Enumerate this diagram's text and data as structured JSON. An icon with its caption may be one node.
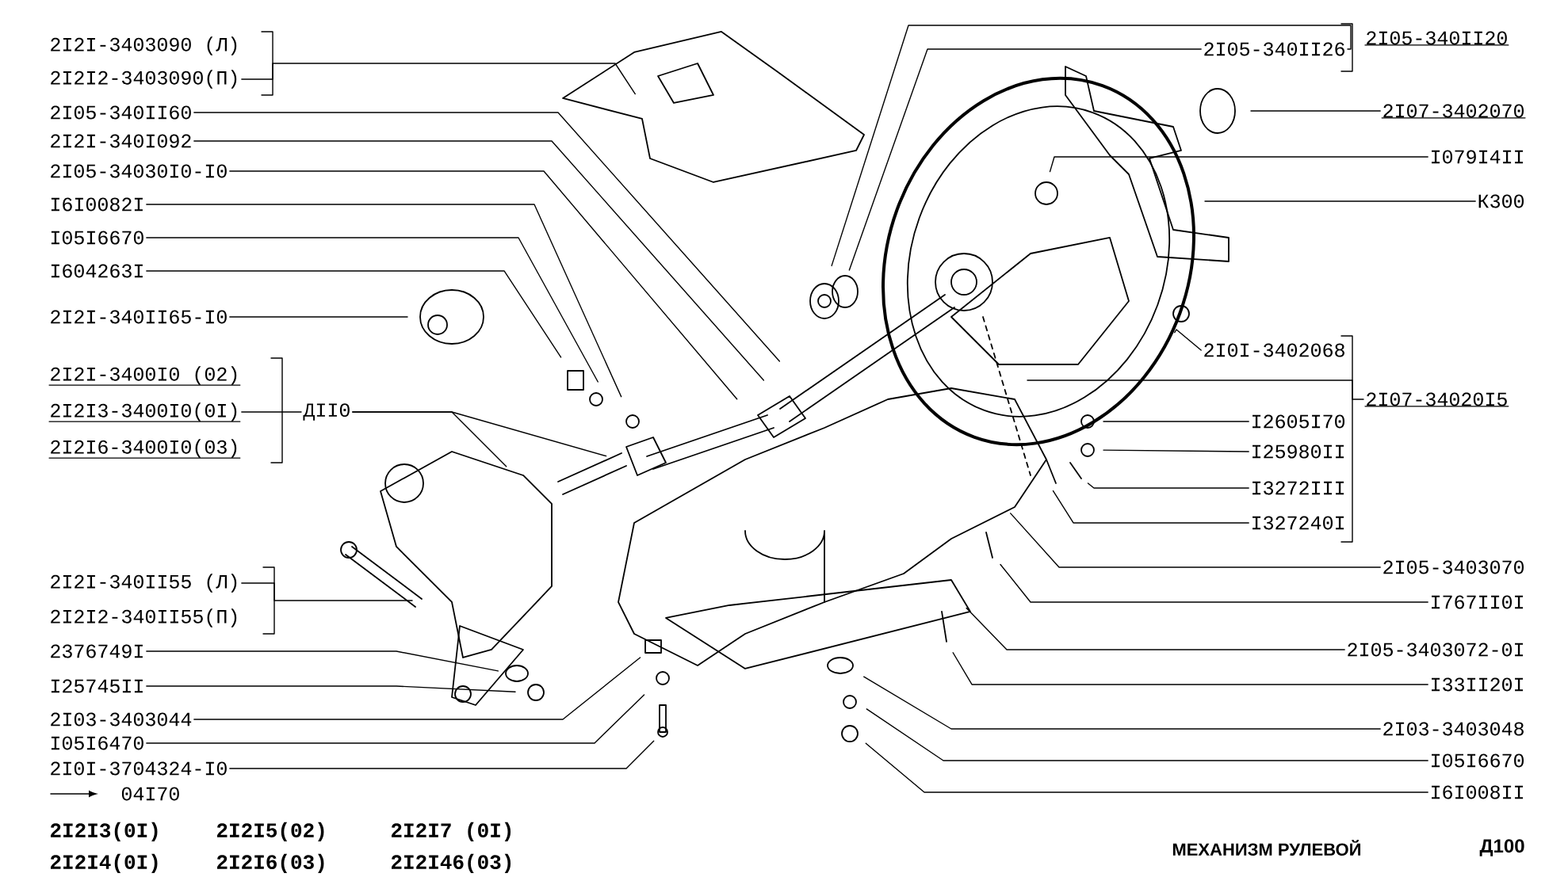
{
  "diagram": {
    "title": "МЕХАНИЗМ РУЛЕВОЙ",
    "nodes": [
      {
        "text": [
          "2I2I-3403090 (Л)"
        ]
      },
      {
        "text": [
          "2I2I2-3403090(П)"
        ]
      },
      {
        "text": [
          "2I05-340II60"
        ]
      },
      {
        "text": [
          "2I2I-340I092"
        ]
      },
      {
        "text": [
          "2I05-34030I0-I0"
        ]
      },
      {
        "text": [
          "I6I0082I"
        ]
      },
      {
        "text": [
          "I05I6670"
        ]
      },
      {
        "text": [
          "I604263I"
        ]
      },
      {
        "text": [
          "2I2I-340II65-I0"
        ]
      },
      {
        "text": [
          "2I2I-3400I0 (02)"
        ]
      },
      {
        "text": [
          "2I2I3-3400I0(0I)"
        ]
      },
      {
        "text": [
          "2I2I6-3400I0(03)"
        ]
      },
      {
        "text": [
          "ДII0"
        ]
      },
      {
        "text": [
          "2I2I-340II55 (Л)"
        ]
      },
      {
        "text": [
          "2I2I2-340II55(П)"
        ]
      },
      {
        "text": [
          "2376749I"
        ]
      },
      {
        "text": [
          "I25745II"
        ]
      },
      {
        "text": [
          "2I03-3403044"
        ]
      },
      {
        "text": [
          "I05I6470"
        ]
      },
      {
        "text": [
          "2I0I-3704324-I0"
        ]
      },
      {
        "text": [
          "2I05-340II26"
        ]
      },
      {
        "text": [
          "2I05-340II20"
        ]
      },
      {
        "text": [
          "2I07-3402070"
        ]
      },
      {
        "text": [
          "I079I4II"
        ]
      },
      {
        "text": [
          "К300"
        ]
      },
      {
        "text": [
          "2I0I-3402068"
        ]
      },
      {
        "text": [
          "2I07-34020I5"
        ]
      },
      {
        "text": [
          "I2605I70"
        ]
      },
      {
        "text": [
          "I25980II"
        ]
      },
      {
        "text": [
          "I3272III"
        ]
      },
      {
        "text": [
          "I327240I"
        ]
      },
      {
        "text": [
          "2I05-3403070"
        ]
      },
      {
        "text": [
          "I767II0I"
        ]
      },
      {
        "text": [
          "2I05-3403072-0I"
        ]
      },
      {
        "text": [
          "I33II20I"
        ]
      },
      {
        "text": [
          "2I03-3403048"
        ]
      },
      {
        "text": [
          "I05I6670"
        ]
      },
      {
        "text": [
          "I6I008II"
        ]
      }
    ],
    "edges": [
      {
        "from": 1,
        "to": null,
        "arrow": "none"
      },
      {
        "from": 2,
        "to": null,
        "arrow": "none"
      },
      {
        "from": 3,
        "to": null,
        "arrow": "none"
      },
      {
        "from": 4,
        "to": null,
        "arrow": "none"
      },
      {
        "from": 5,
        "to": null,
        "arrow": "none"
      },
      {
        "from": 6,
        "to": null,
        "arrow": "none"
      },
      {
        "from": 7,
        "to": null,
        "arrow": "none"
      },
      {
        "from": 8,
        "to": null,
        "arrow": "none"
      },
      {
        "from": 10,
        "to": 12,
        "arrow": "none"
      },
      {
        "from": 12,
        "to": null,
        "arrow": "none"
      },
      {
        "from": 12,
        "to": null,
        "arrow": "none"
      },
      {
        "from": 13,
        "to": null,
        "arrow": "none"
      },
      {
        "from": 15,
        "to": null,
        "arrow": "none"
      },
      {
        "from": 16,
        "to": null,
        "arrow": "none"
      },
      {
        "from": 17,
        "to": null,
        "arrow": "none"
      },
      {
        "from": 18,
        "to": null,
        "arrow": "none"
      },
      {
        "from": 19,
        "to": null,
        "arrow": "none"
      },
      {
        "from": 20,
        "to": null,
        "arrow": "none"
      },
      {
        "from": 20,
        "to": null,
        "arrow": "none"
      },
      {
        "from": 22,
        "to": null,
        "arrow": "none"
      },
      {
        "from": 23,
        "to": null,
        "arrow": "none"
      },
      {
        "from": 24,
        "to": null,
        "arrow": "none"
      },
      {
        "from": 25,
        "to": null,
        "arrow": "none"
      },
      {
        "from": 26,
        "to": null,
        "arrow": "none"
      },
      {
        "from": 27,
        "to": null,
        "arrow": "none"
      },
      {
        "from": 28,
        "to": null,
        "arrow": "none"
      },
      {
        "from": 29,
        "to": null,
        "arrow": "none"
      },
      {
        "from": 30,
        "to": null,
        "arrow": "none"
      },
      {
        "from": 31,
        "to": null,
        "arrow": "none"
      },
      {
        "from": 32,
        "to": null,
        "arrow": "none"
      },
      {
        "from": 33,
        "to": null,
        "arrow": "none"
      },
      {
        "from": 34,
        "to": null,
        "arrow": "none"
      },
      {
        "from": 35,
        "to": null,
        "arrow": "none"
      },
      {
        "from": 36,
        "to": null,
        "arrow": "none"
      },
      {
        "from": 37,
        "to": null,
        "arrow": "none"
      }
    ],
    "labels": [
      "04I70",
      "2I2I3(0I)",
      "2I2I5(02)",
      "2I2I7 (0I)",
      "2I2I4(0I)",
      "2I2I6(03)",
      "2I2I46(03)",
      "Д100"
    ]
  }
}
